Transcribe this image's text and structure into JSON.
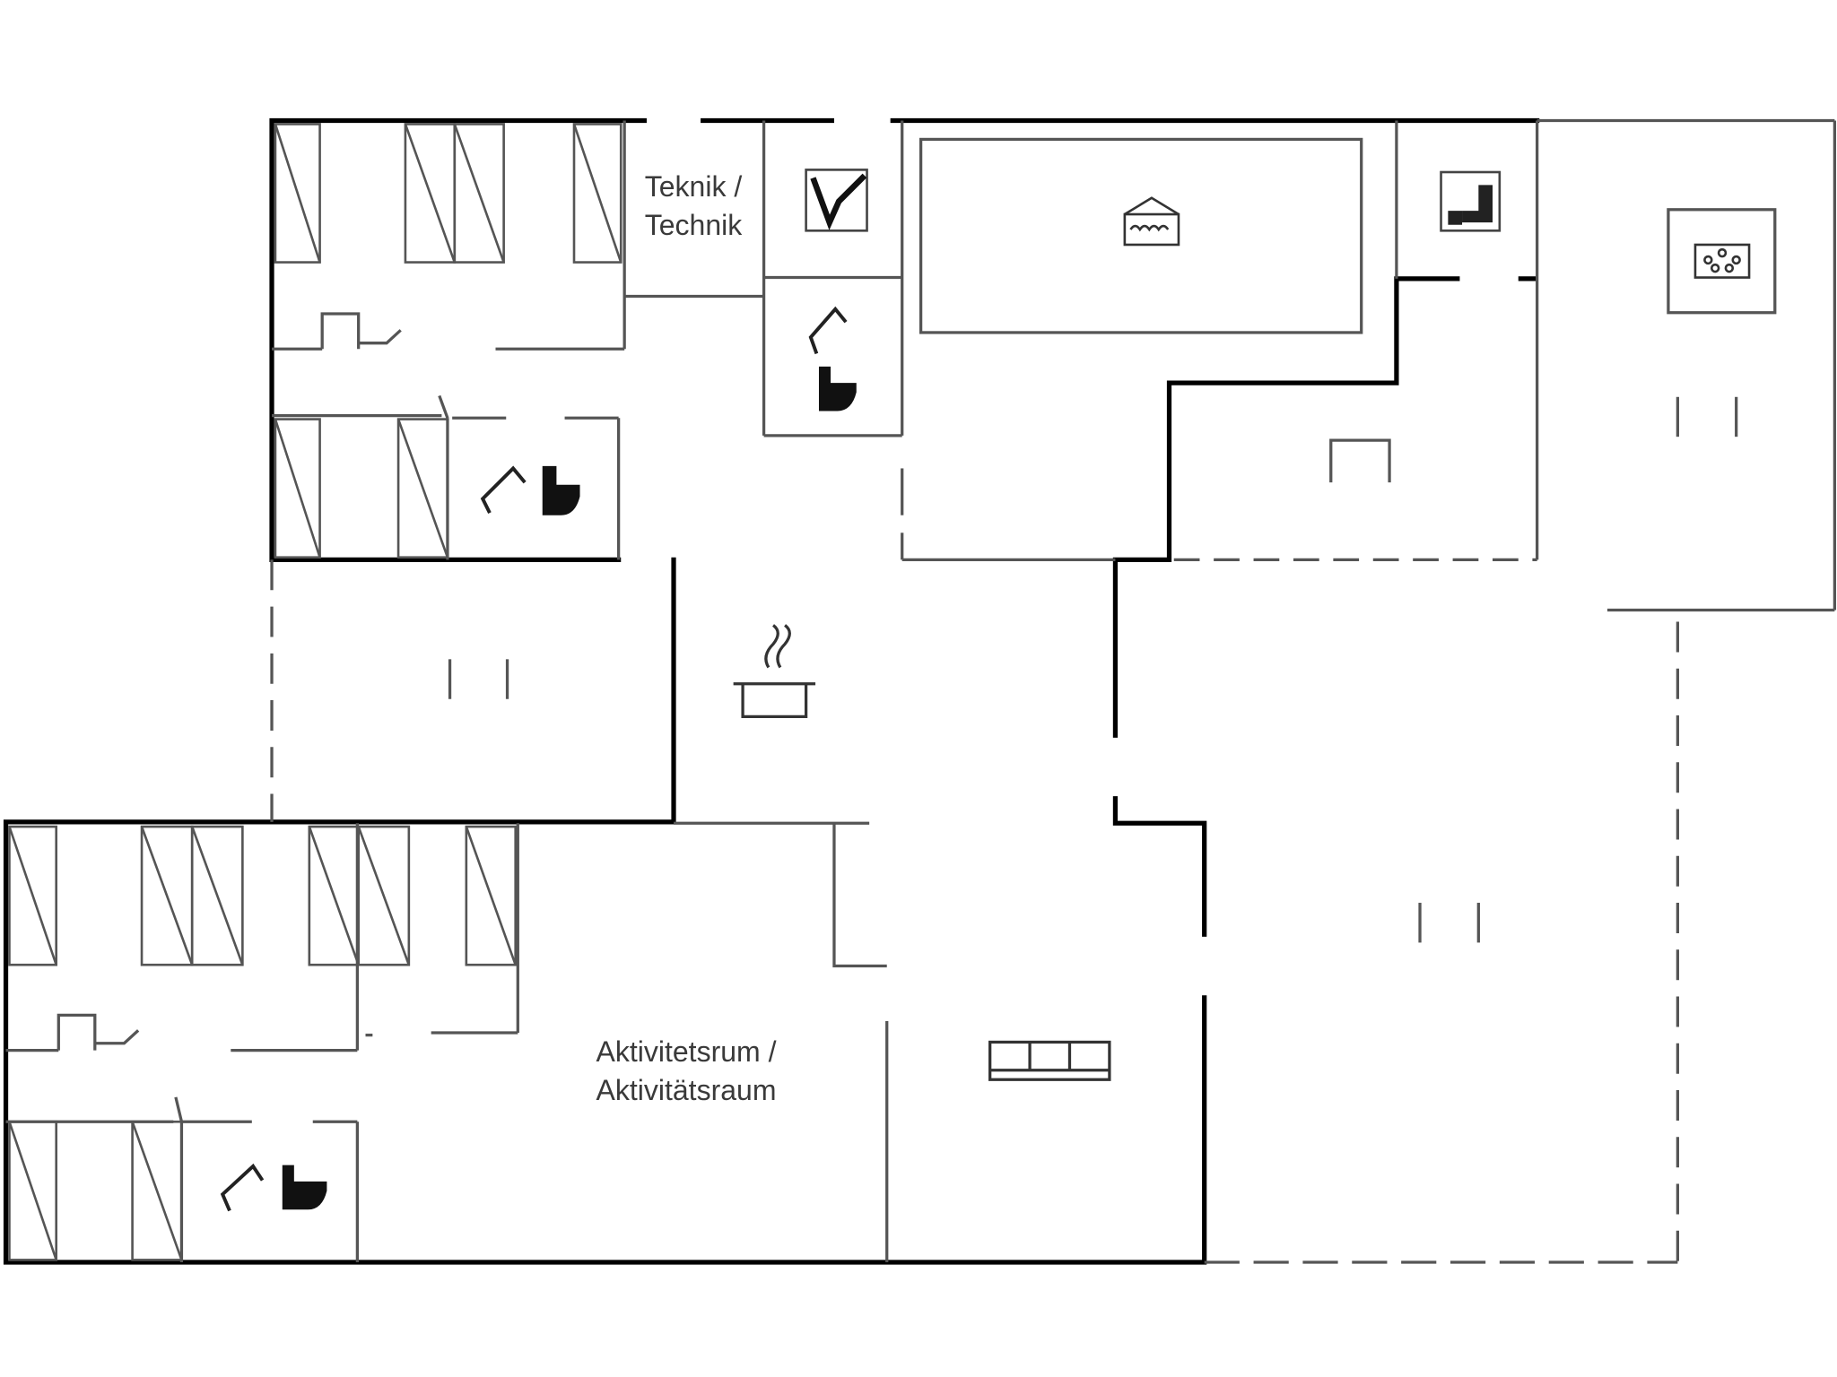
{
  "floor_plan": {
    "room_labels": {
      "technik": {
        "line1": "Teknik /",
        "line2": "Technik"
      },
      "aktivitet": {
        "line1": "Aktivitetsrum /",
        "line2": "Aktivitätsraum"
      }
    },
    "icons": [
      "shower-icon",
      "toilet-icon",
      "washing-machine-icon",
      "sauna-icon",
      "spa-icon",
      "whirlpool-icon",
      "cooking-pot-icon",
      "sofa-icon"
    ],
    "colors": {
      "wall": "#000000",
      "partition": "#555555",
      "background": "#ffffff"
    }
  }
}
